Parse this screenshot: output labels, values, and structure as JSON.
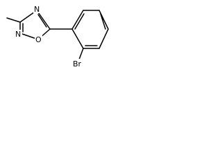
{
  "molecule": {
    "atoms": [
      {
        "id": "n_top",
        "label": "N"
      },
      {
        "id": "n_left",
        "label": "N"
      },
      {
        "id": "o_ring",
        "label": "O"
      },
      {
        "id": "br",
        "label": "Br"
      }
    ],
    "colors": {
      "bond": "#000000",
      "label": "#000000",
      "background": "#ffffff"
    }
  }
}
